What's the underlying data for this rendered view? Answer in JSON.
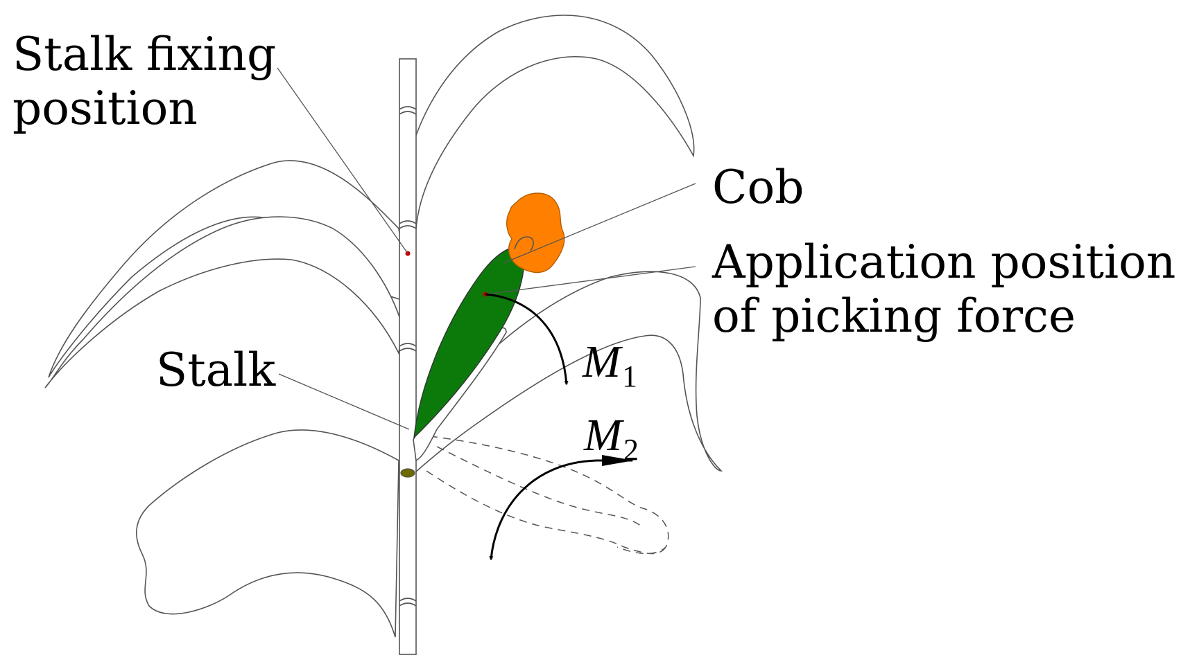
{
  "labels": {
    "stalk_fixing_line1": "Stalk fixing",
    "stalk_fixing_line2": "position",
    "cob": "Cob",
    "application_line1": "Application position",
    "application_line2": "of picking force",
    "stalk": "Stalk",
    "m1_symbol": "M",
    "m1_subscript": "1",
    "m2_symbol": "M",
    "m2_subscript": "2"
  },
  "colors": {
    "husk": "#0b7a0b",
    "cob": "#ff8000",
    "cob_outline": "#b35c00",
    "point_marker": "#c00000",
    "node_marker": "#6b6b00",
    "outline": "#555555",
    "arrow": "#000000"
  }
}
